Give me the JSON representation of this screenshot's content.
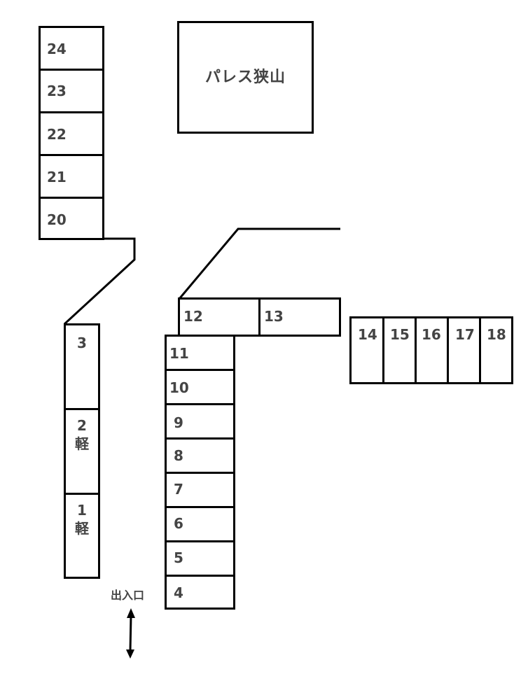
{
  "building": {
    "name": "パレス狭山"
  },
  "entrance": {
    "label": "出入口",
    "icon": "double-arrow-vertical"
  },
  "slots": {
    "s24": "24",
    "s23": "23",
    "s22": "22",
    "s21": "21",
    "s20": "20",
    "s3": "3",
    "s2": "2",
    "s1": "1",
    "s2_type": "軽",
    "s1_type": "軽",
    "s12": "12",
    "s13": "13",
    "s11": "11",
    "s10": "10",
    "s9": "9",
    "s8": "8",
    "s7": "7",
    "s6": "6",
    "s5": "5",
    "s4": "4",
    "s14": "14",
    "s15": "15",
    "s16": "16",
    "s17": "17",
    "s18": "18"
  },
  "colors": {
    "line": "#000000",
    "text": "#444444",
    "background": "#ffffff"
  }
}
